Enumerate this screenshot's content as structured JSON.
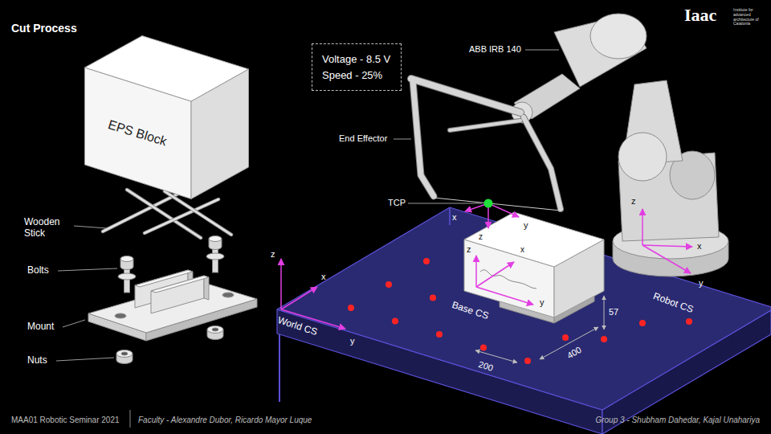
{
  "diagram": {
    "title": "Cut Process",
    "nodes": [
      {
        "text": [
          "EPS Block"
        ]
      },
      {
        "text": [
          "Voltage - 8.5 V",
          "Speed - 25%"
        ]
      }
    ],
    "labels": [
      "Wooden Stick",
      "Bolts",
      "Mount",
      "Nuts",
      "ABB IRB 140",
      "End Effector",
      "TCP",
      "x",
      "y",
      "z",
      "z",
      "x",
      "y",
      "z",
      "x",
      "y",
      "World CS",
      "Base CS",
      "z",
      "x",
      "y",
      "Robot CS",
      "57",
      "200",
      "400",
      "MAA01 Robotic Seminar 2021",
      "Faculty - Alexandre Dubor, Ricardo Mayor Luque",
      "Group 3 - Shubham Dahedar, Kajal Unahariya",
      "Iaac",
      "Institute for advanced architecture of Catalonia"
    ]
  }
}
